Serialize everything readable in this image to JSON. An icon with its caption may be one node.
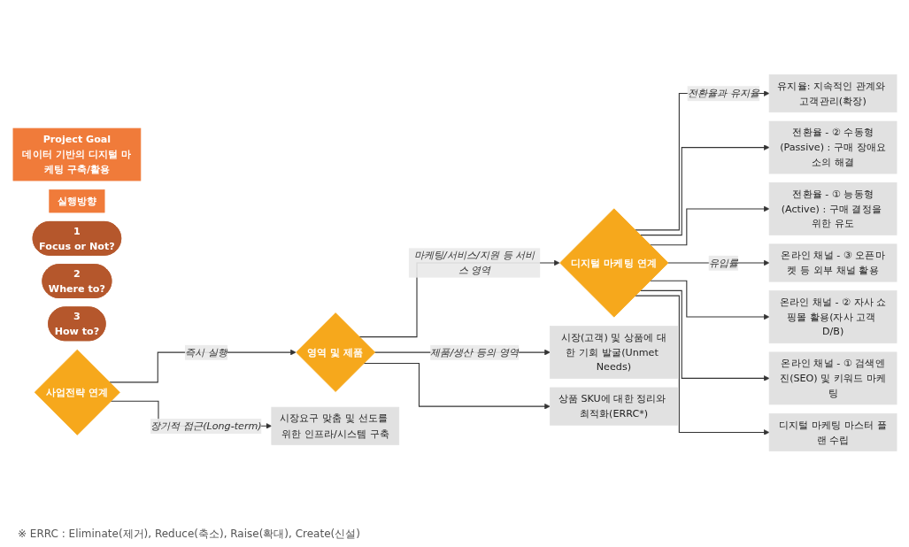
{
  "diagram": {
    "nodes": [
      {
        "text": [
          "Project Goal",
          "데이터 기반의 디지털 마케팅 구축/활용"
        ]
      },
      {
        "text": [
          "실행방향"
        ]
      },
      {
        "text": [
          "1",
          "Focus or Not?"
        ]
      },
      {
        "text": [
          "2",
          "Where to?"
        ]
      },
      {
        "text": [
          "3",
          "How to?"
        ]
      },
      {
        "text": [
          "사업전략 연계"
        ]
      },
      {
        "text": [
          "영역 및 제품"
        ]
      },
      {
        "text": [
          "디지털 마케팅 연계"
        ]
      },
      {
        "text": [
          "시장요구 맞춤 및 선도를 위한 인프라/시스템 구축"
        ]
      },
      {
        "text": [
          "시장(고객) 및 상품에 대한 기회 발굴(Unmet Needs)"
        ]
      },
      {
        "text": [
          "상품 SKU에 대한 정리와 최적화(ERRC*)"
        ]
      },
      {
        "text": [
          "유지율: 지속적인 관계와 고객관리(확장)"
        ]
      },
      {
        "text": [
          "전환율 - ② 수동형(Passive) : 구매 장애요소의 해결"
        ]
      },
      {
        "text": [
          "전환율 - ① 능동형(Active) : 구매 결정을 위한 유도"
        ]
      },
      {
        "text": [
          "온라인 채널 - ③ 오픈마켓 등 외부 채널 활용"
        ]
      },
      {
        "text": [
          "온라인 채널 - ② 자사 쇼핑몰 활용(자사 고객 D/B)"
        ]
      },
      {
        "text": [
          "온라인 채널 - ① 검색엔진(SEO) 및 키워드 마케팅"
        ]
      },
      {
        "text": [
          "디지털 마케팅 마스터 플랜 수립"
        ]
      }
    ],
    "edges": [
      {
        "from": 5,
        "to": 8,
        "arrow": "to",
        "label": "장기적 접근(Long-term)"
      },
      {
        "from": 5,
        "to": 6,
        "arrow": "to",
        "label": "즉시 실행"
      },
      {
        "from": 6,
        "to": 9,
        "arrow": "to",
        "label": "제품/생산 등의 영역"
      },
      {
        "from": 6,
        "to": 10,
        "arrow": "to"
      },
      {
        "from": 6,
        "to": 7,
        "arrow": "to",
        "label": "마케팅/서비스/지원 등 서비스 영역"
      },
      {
        "from": 7,
        "to": 11,
        "arrow": "to",
        "label": "전환율과 유지율"
      },
      {
        "from": 7,
        "to": 12,
        "arrow": "to"
      },
      {
        "from": 7,
        "to": 13,
        "arrow": "to"
      },
      {
        "from": 7,
        "to": 14,
        "arrow": "to",
        "label": "유입률"
      },
      {
        "from": 7,
        "to": 15,
        "arrow": "to"
      },
      {
        "from": 7,
        "to": 16,
        "arrow": "to"
      },
      {
        "from": 7,
        "to": 17,
        "arrow": "to"
      }
    ],
    "labels": [
      "※ ERRC : Eliminate(제거), Reduce(축소), Raise(확대), Create(신설)"
    ]
  }
}
